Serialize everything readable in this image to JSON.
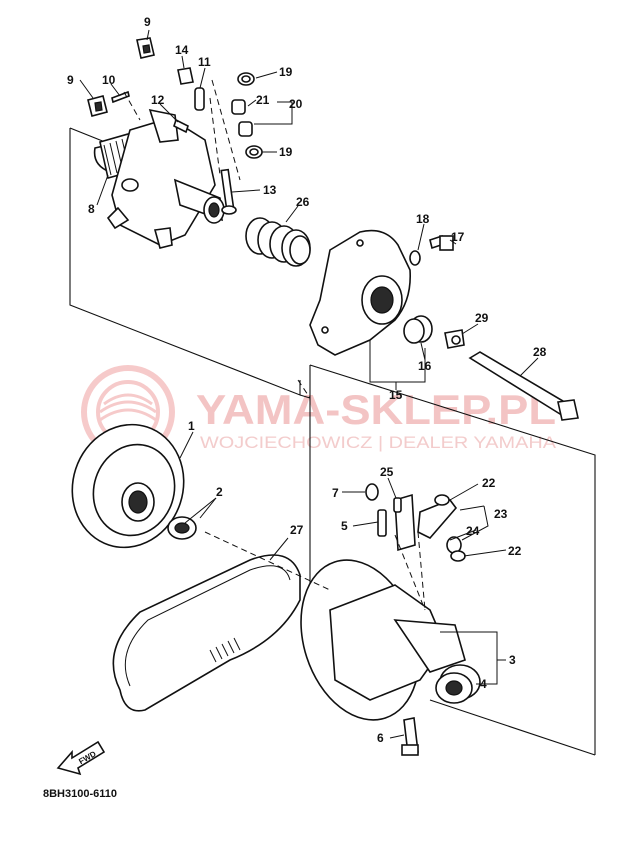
{
  "watermark": {
    "brand": "YAMA-SKLEP.PL",
    "dealer": "WOJCIECHOWICZ | DEALER YAMAHA",
    "color": "#f3c4c4"
  },
  "direction_marker": "FWD",
  "drawing_code": "8BH3100-6110",
  "part_labels": {
    "p1": "1",
    "p2": "2",
    "p3": "3",
    "p4": "4",
    "p5": "5",
    "p6": "6",
    "p7": "7",
    "p8": "8",
    "p9a": "9",
    "p9b": "9",
    "p10": "10",
    "p11": "11",
    "p12": "12",
    "p13": "13",
    "p14": "14",
    "p15": "15",
    "p16": "16",
    "p17": "17",
    "p18": "18",
    "p19a": "19",
    "p19b": "19",
    "p20": "20",
    "p21": "21",
    "p22a": "22",
    "p22b": "22",
    "p23": "23",
    "p24": "24",
    "p25": "25",
    "p26": "26",
    "p27": "27",
    "p28": "28",
    "p29": "29"
  }
}
